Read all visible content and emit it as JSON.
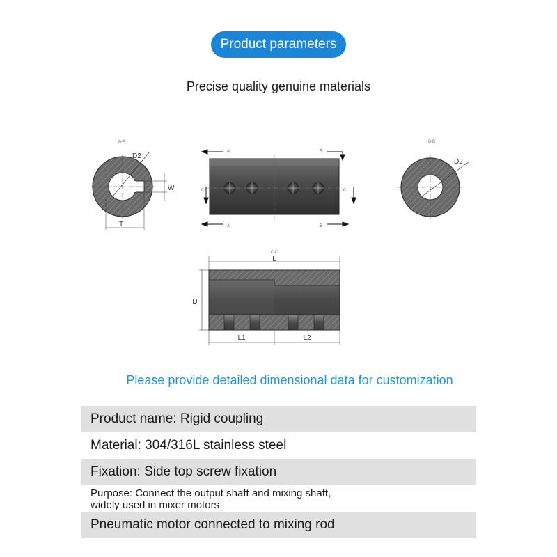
{
  "header": {
    "badge": "Product parameters",
    "subtitle": "Precise quality genuine materials"
  },
  "drawing": {
    "left_view": {
      "section_label": "A-A",
      "d2": "D2",
      "w": "W",
      "t": "T"
    },
    "front_view": {
      "a_top": "A",
      "b_top": "B",
      "a_bottom": "A",
      "b_bottom": "B",
      "c_left": "C",
      "c_right": "C"
    },
    "right_view": {
      "section_label": "B-B",
      "d2": "D2"
    },
    "section_view": {
      "section_label": "C-C",
      "l": "L",
      "d": "D",
      "l1": "L1",
      "l2": "L2"
    }
  },
  "note": "Please provide detailed dimensional data for customization",
  "specs": {
    "product_name": "Product name: Rigid coupling",
    "material": "Material: 304/316L stainless steel",
    "fixation": "Fixation: Side top screw fixation",
    "purpose_line1": "Purpose: Connect the output shaft and mixing shaft,",
    "purpose_line2": "widely used in mixer motors",
    "application": "Pneumatic motor connected to mixing rod"
  },
  "colors": {
    "badge": "#1a86d9",
    "note": "#1f95d6",
    "row_shade": "#e0e0e0"
  }
}
